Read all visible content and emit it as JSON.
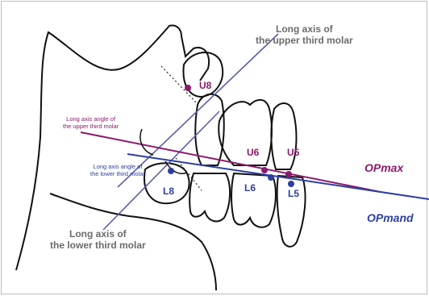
{
  "colors": {
    "upper": "#8b1a6b",
    "lower": "#2c3fa0",
    "outline": "#111111",
    "upper_axis": "#5a5fa8",
    "callout": "#6b6b6b"
  },
  "labels": {
    "upper_axis": [
      "Long axis of",
      "the upper third molar"
    ],
    "lower_axis": [
      "Long axis of",
      "the lower third molar"
    ],
    "upper_angle": [
      "Long axis angle of",
      "the upper third molar"
    ],
    "lower_angle": [
      "Long axis angle of",
      "the lower third molar"
    ],
    "op_max": "OPmax",
    "op_mand": "OPmand"
  },
  "teeth": {
    "u8": "U8",
    "u6": "U6",
    "u5": "U5",
    "l8": "L8",
    "l6": "L6",
    "l5": "L5"
  }
}
